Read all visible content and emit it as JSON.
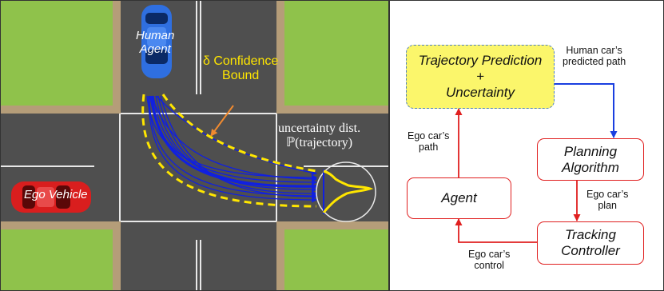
{
  "scene": {
    "human_agent": [
      "Human",
      "Agent"
    ],
    "confidence": [
      "δ Confidence",
      "Bound"
    ],
    "uncertainty_title": "uncertainty dist.",
    "uncertainty_formula": "ℙ(trajectory)",
    "ego_vehicle": "Ego Vehicle",
    "colors": {
      "road": "#4f4f4f",
      "grass": "#8fc24b",
      "sidewalk": "#b59d79",
      "car_blue": "#2f6fe0",
      "car_red": "#d91e1e",
      "path_blue": "#1020e0",
      "bound": "#ffe600",
      "pointer": "#f08a30"
    }
  },
  "flow": {
    "prediction_box": [
      "Trajectory Prediction",
      "+",
      "Uncertainty"
    ],
    "planning_box": [
      "Planning",
      "Algorithm"
    ],
    "agent_box": "Agent",
    "tracking_box": [
      "Tracking",
      "Controller"
    ],
    "edge_predicted_path": [
      "Human car’s",
      "predicted path"
    ],
    "edge_ego_path": [
      "Ego car’s",
      "path"
    ],
    "edge_ego_plan": [
      "Ego car’s",
      "plan"
    ],
    "edge_ego_control": [
      "Ego car’s",
      "control"
    ],
    "colors": {
      "red_edge": "#e02020",
      "blue_edge": "#1a3fe0",
      "box_fill": "#fbf66b"
    }
  }
}
